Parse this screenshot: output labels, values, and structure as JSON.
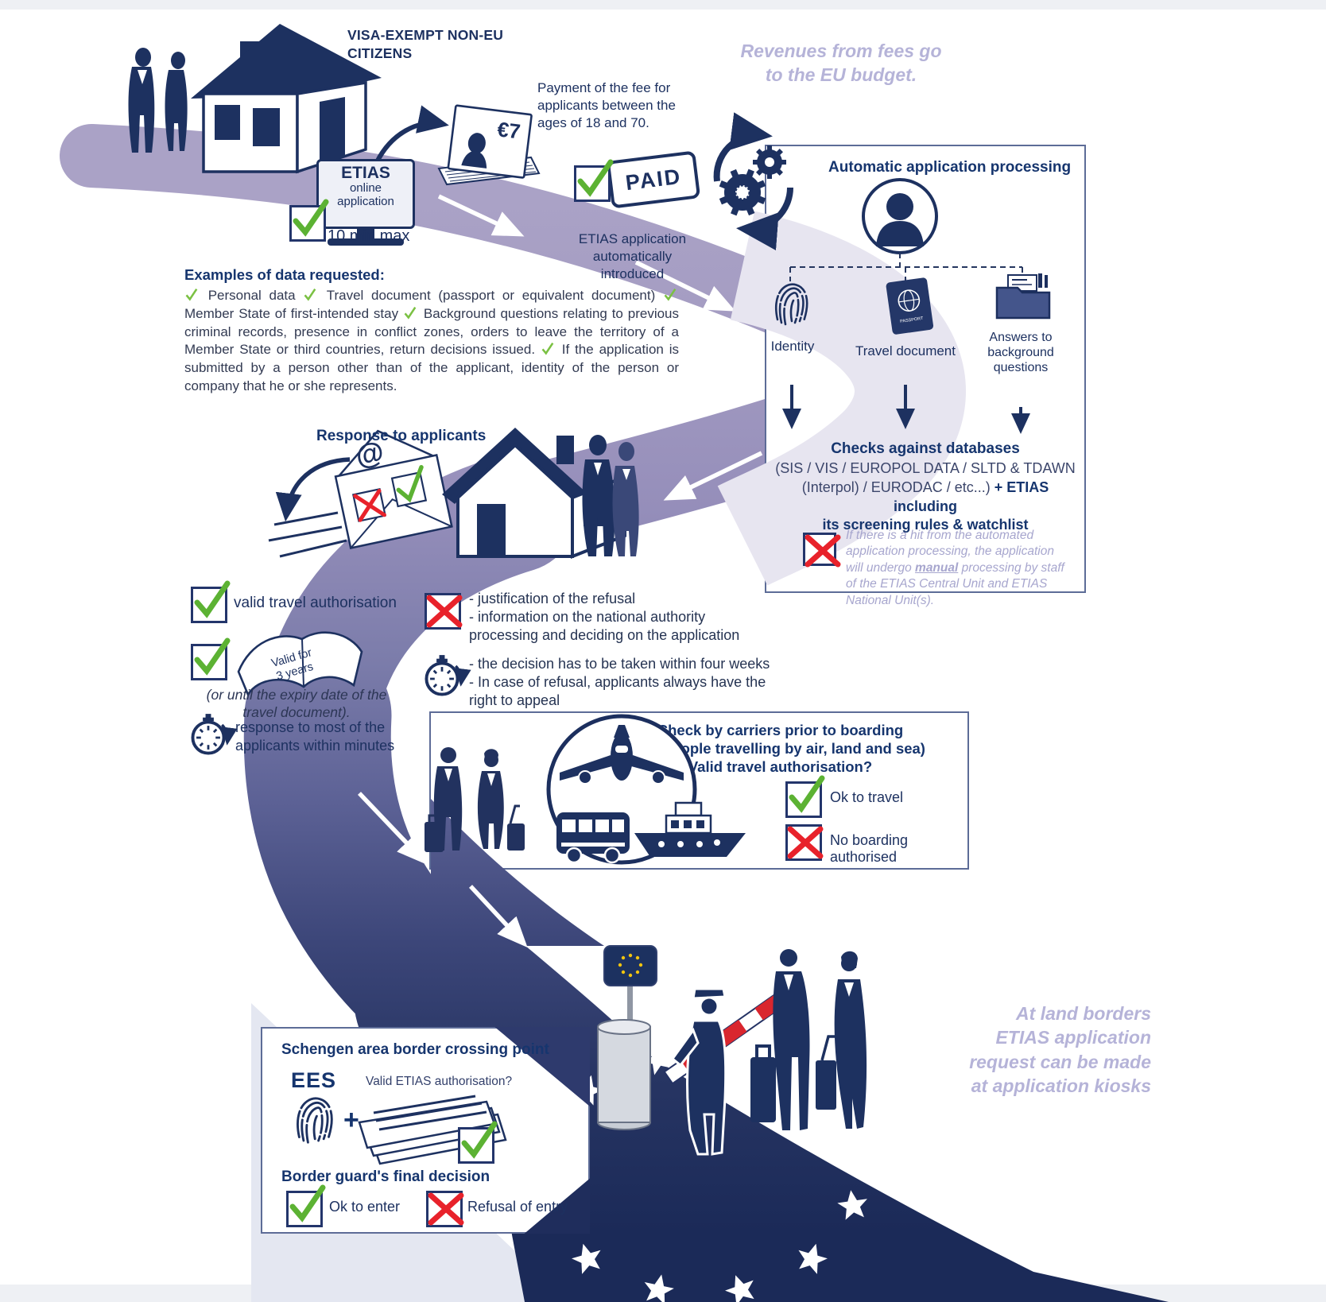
{
  "top": {
    "citizens_label": "VISA-EXEMPT NON-EU\nCITIZENS",
    "fee_amount": "€7",
    "fee_text": "Payment of the fee for\napplicants between the\nages of 18 and 70.",
    "revenues_note": "Revenues from fees go\nto the EU budget.",
    "monitor": {
      "title": "ETIAS",
      "subtitle": "online\napplication",
      "duration": "10 min max"
    },
    "paid_stamp": "PAID",
    "auto_intro": "ETIAS application\nautomatically\nintroduced"
  },
  "examples": {
    "title": "Examples of data requested",
    "colon": ":",
    "items": [
      "Personal data",
      "Travel document (passport or equivalent document)",
      "Member State of first-intended stay",
      "Background questions relating to previous criminal records, presence in conflict zones, orders to leave the territory of a Member State or third countries, return decisions issued.",
      "If the application is submitted by a person other than of the applicant, identity of the person or company that he or she represents."
    ]
  },
  "processing": {
    "title": "Automatic application processing",
    "input_identity": "Identity",
    "input_travel_doc": "Travel document",
    "input_answers": "Answers to background questions",
    "passport_label": "PASSPORT",
    "checks_title": "Checks against databases",
    "checks_line1": "(SIS / VIS / EUROPOL DATA / SLTD & TDAWN",
    "checks_line2a": "(Interpol) / EURODAC / etc...) ",
    "checks_line2b": "+ ETIAS including",
    "checks_line3": "its screening rules & watchlist",
    "manual_note_pre": "If there is a hit from the automated application processing, the application will undergo ",
    "manual_note_bold": "manual",
    "manual_note_post": " processing by staff of the ETIAS Central Unit and ETIAS National Unit(s)."
  },
  "response": {
    "title": "Response to applicants",
    "at_symbol": "@",
    "approved": "valid travel authorisation",
    "validity_book_l1": "Valid for",
    "validity_book_l2": "3 years",
    "validity_note": "(or until the expiry date of the\ntravel document).",
    "speed_note": "response to most of the\napplicants within minutes",
    "refusal_lines": "- justification of the refusal\n- information on the national authority\n   processing and deciding on the application",
    "decision_lines": "- the decision has to be taken within four weeks\n- In case of refusal, applicants always have the\nright to appeal"
  },
  "carriers": {
    "title_line1": "Check by carriers prior to boarding",
    "title_line2": "(for people travelling by air, land and sea)",
    "title_line3": "Valid travel authorisation?",
    "ok": "Ok to travel",
    "no": "No boarding authorised"
  },
  "border": {
    "box_title": "Schengen area border crossing point",
    "ees": "EES",
    "plus": "+",
    "valid_q": "Valid ETIAS authorisation?",
    "decision_title": "Border guard's final decision",
    "ok": "Ok to enter",
    "refuse": "Refusal of entry",
    "kiosk_note": "At land borders\nETIAS application\nrequest can be made\nat application kiosks"
  },
  "colors": {
    "navy": "#1d3160",
    "road_light": "#aaa2c6",
    "road_dark": "#1b2a58",
    "green_check": "#5cb233",
    "red_cross": "#e8222b",
    "pale_italic": "#b5b3d8"
  }
}
